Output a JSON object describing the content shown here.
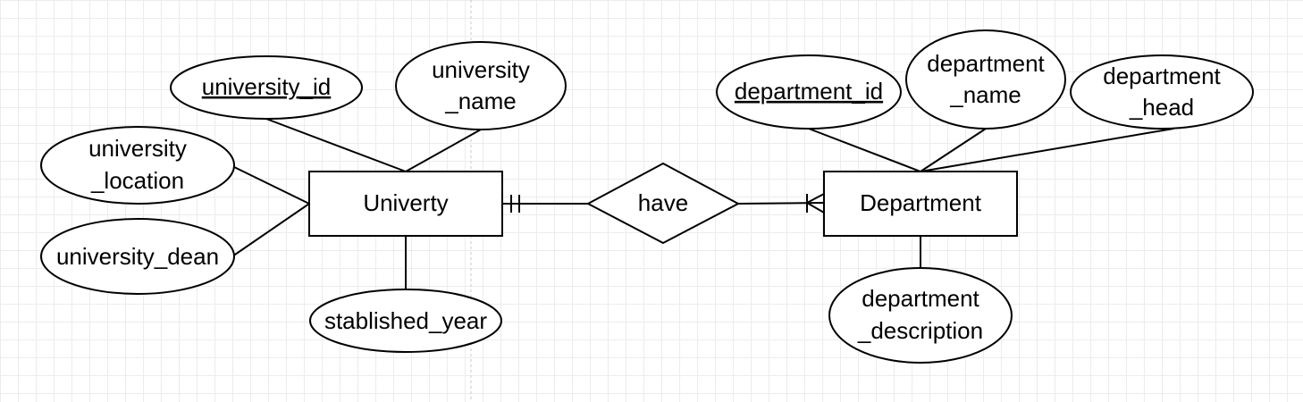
{
  "entities": {
    "university": "Univerty",
    "department": "Department"
  },
  "relationship": {
    "label": "have"
  },
  "attributes": {
    "university_id": "university_id",
    "university_name": [
      "university",
      "_name"
    ],
    "university_location": [
      "university",
      "_location"
    ],
    "university_dean": "university_dean",
    "stablished_year": "stablished_year",
    "department_id": "department_id",
    "department_name": [
      "department",
      "_name"
    ],
    "department_head": [
      "department",
      "_head"
    ],
    "department_description": [
      "department",
      "_description"
    ]
  },
  "cardinality": {
    "university_side": "one-and-only-one",
    "department_side": "one-or-many"
  }
}
